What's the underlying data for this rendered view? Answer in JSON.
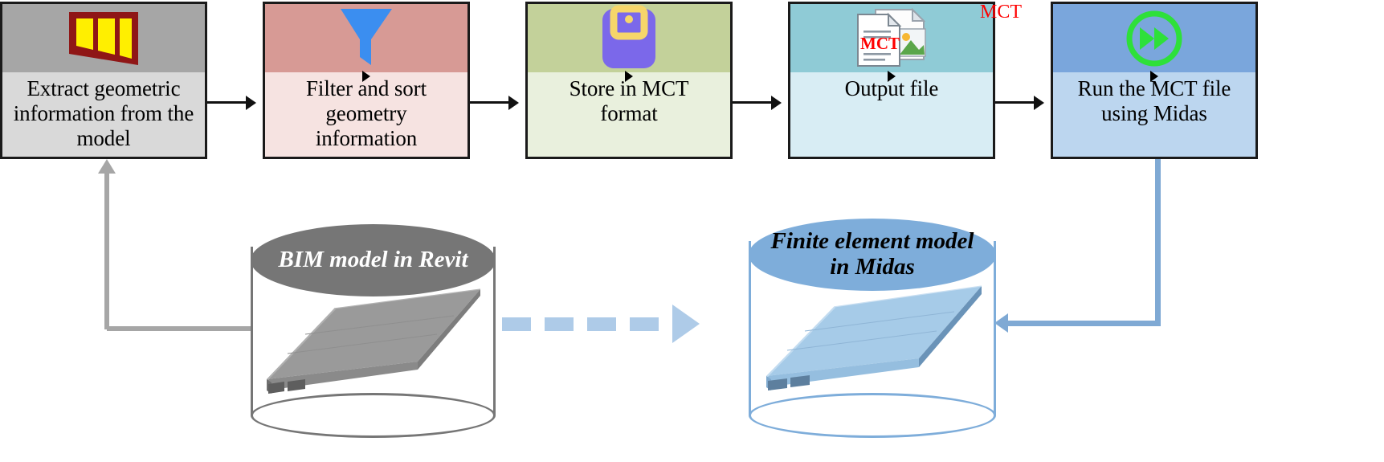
{
  "diagram": {
    "title": "BIM to Midas FE model workflow",
    "steps": [
      {
        "id": "extract",
        "label": "Extract geometric information from the model",
        "icon": "window-icon",
        "top_color": "#a6a6a6",
        "bottom_color": "#d9d9d9"
      },
      {
        "id": "filter",
        "label": "Filter and sort geometry information",
        "icon": "funnel-filter-icon",
        "top_color": "#d79a95",
        "bottom_color": "#f6e3e1"
      },
      {
        "id": "store",
        "label": "Store in MCT format",
        "icon": "save-disk-icon",
        "top_color": "#c3d19a",
        "bottom_color": "#e9f0dd"
      },
      {
        "id": "output",
        "label": "Output file",
        "icon": "mct-document-icon",
        "top_color": "#8fcbd6",
        "bottom_color": "#d8edf4"
      },
      {
        "id": "run",
        "label": "Run the MCT file using Midas",
        "icon": "green-fast-forward-icon",
        "top_color": "#7aa6dc",
        "bottom_color": "#bcd6ef"
      }
    ],
    "annotations": [
      {
        "id": "mct-flow-label",
        "text": "MCT",
        "color": "#ff0000"
      }
    ],
    "stores": [
      {
        "id": "bim-store",
        "label": "BIM model in Revit",
        "top_color": "#767676",
        "text_color": "#ffffff",
        "model": "gray-bridge-deck-3d"
      },
      {
        "id": "fem-store",
        "label": "Finite element model in Midas",
        "top_color": "#7eadda",
        "text_color": "#000000",
        "model": "blue-bridge-deck-3d"
      }
    ],
    "connectors": [
      {
        "id": "extract-to-filter",
        "style": "solid-black-arrow"
      },
      {
        "id": "filter-to-store",
        "style": "solid-black-arrow"
      },
      {
        "id": "store-to-output",
        "style": "solid-black-arrow"
      },
      {
        "id": "output-to-run",
        "style": "solid-black-arrow"
      },
      {
        "id": "bim-store-to-extract",
        "style": "solid-gray-arrow",
        "color": "#a6a6a6"
      },
      {
        "id": "bim-to-fem",
        "style": "dashed-blue-arrow",
        "color": "#aecbe8"
      },
      {
        "id": "run-to-fem-store",
        "style": "solid-blue-arrow",
        "color": "#7fa9d4"
      }
    ]
  }
}
